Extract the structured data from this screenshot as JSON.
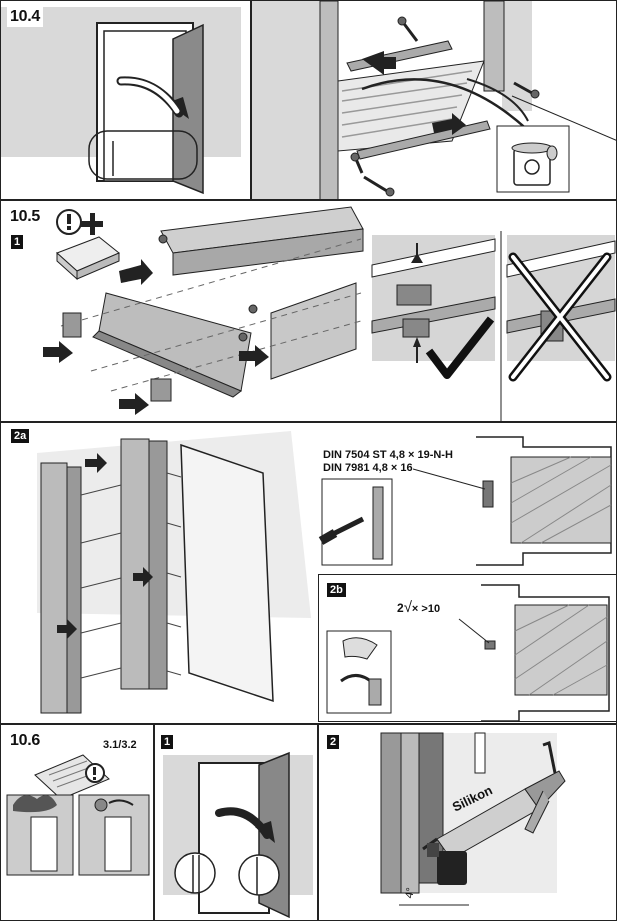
{
  "steps": {
    "s104": "10.4",
    "s105": "10.5",
    "s106": "10.6"
  },
  "badges": {
    "b1_top": "1",
    "b2a": "2a",
    "b2b": "2b",
    "b1_bottom": "1",
    "b2_bottom": "2"
  },
  "labels": {
    "din_7504": "DIN 7504 ST 4,8 × 19-N-H",
    "din_7981": "DIN 7981 4,8 × 16",
    "gap_label": "2",
    "gap_expr": "× >10",
    "ref_pages": "3.1/3.2",
    "silikon": "Silikon",
    "tilt": "4°"
  },
  "icons": [
    "door-open-icon",
    "arrow-icon",
    "screw-icon",
    "recycle-bin-icon",
    "warning-icon",
    "plus-icon",
    "check-icon",
    "cross-icon",
    "silicone-gun-icon",
    "manual-icon",
    "weather-icon",
    "key-icon"
  ]
}
